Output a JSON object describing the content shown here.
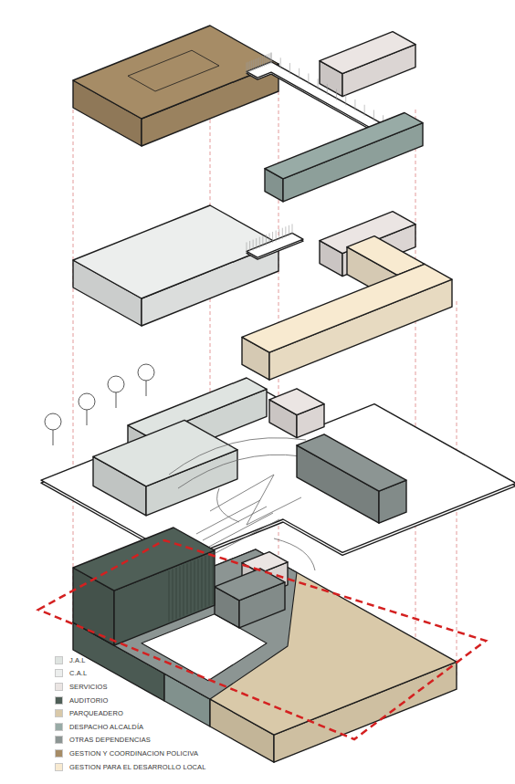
{
  "diagram": {
    "legend": [
      {
        "text": "J.A.L",
        "color": "#dfe4e1"
      },
      {
        "text": "C.A.L",
        "color": "#eceeed"
      },
      {
        "text": "SERVICIOS",
        "color": "#ebe5e3"
      },
      {
        "text": "AUDITORIO",
        "color": "#4f5f57"
      },
      {
        "text": "PARQUEADERO",
        "color": "#d9c9a9"
      },
      {
        "text": "DESPACHO ALCALDÍA",
        "color": "#98aba6"
      },
      {
        "text": "OTRAS DEPENDENCIAS",
        "color": "#8c9593"
      },
      {
        "text": "GESTION Y COORDINACION POLICIVA",
        "color": "#a68c66"
      },
      {
        "text": "GESTION PARA EL DESARROLLO LOCAL",
        "color": "#f8ead0"
      }
    ]
  }
}
